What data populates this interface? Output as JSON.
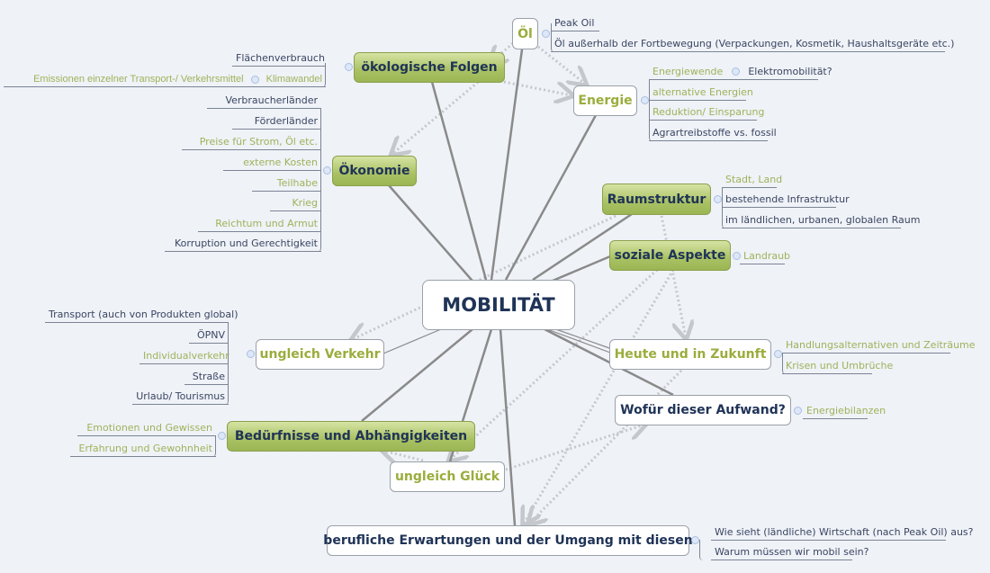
{
  "root": "MOBILITÄT",
  "topics": {
    "oel": {
      "label": "Öl",
      "leaves": [
        "Peak Oil",
        "Öl außerhalb der Fortbewegung (Verpackungen, Kosmetik, Haushaltsgeräte etc.)"
      ]
    },
    "oeko": {
      "label": "ökologische Folgen",
      "leaves": [
        "Flächenverbrauch",
        "Klimawandel"
      ],
      "subleaf": "Emissionen einzelner Transport-/ Verkehrsmittel"
    },
    "energie": {
      "label": "Energie",
      "leaves": [
        "Energiewende",
        "alternative Energien",
        "Reduktion/ Einsparung",
        "Agrartreibstoffe vs. fossil"
      ],
      "subleaf": "Elektromobilität?"
    },
    "oekonomie": {
      "label": "Ökonomie",
      "leaves": [
        "Verbraucherländer",
        "Förderländer",
        "Preise für Strom, Öl etc.",
        "externe Kosten",
        "Teilhabe",
        "Krieg",
        "Reichtum und Armut",
        "Korruption und Gerechtigkeit"
      ]
    },
    "raum": {
      "label": "Raumstruktur",
      "leaves": [
        "Stadt, Land",
        "bestehende Infrastruktur",
        "im ländlichen, urbanen, globalen Raum"
      ]
    },
    "sozial": {
      "label": "soziale Aspekte",
      "leaves": [
        "Landraub"
      ]
    },
    "verkehr": {
      "label": "ungleich Verkehr",
      "leaves": [
        "Transport (auch von Produkten global)",
        "ÖPNV",
        "Individualverkehr",
        "Straße",
        "Urlaub/ Tourismus"
      ]
    },
    "heute": {
      "label": "Heute und in Zukunft",
      "leaves": [
        "Handlungsalternativen und Zeiträume",
        "Krisen und Umbrüche"
      ]
    },
    "wofuer": {
      "label": "Wofür dieser Aufwand?",
      "leaves": [
        "Energiebilanzen"
      ]
    },
    "beduerf": {
      "label": "Bedürfnisse und Abhängigkeiten",
      "leaves": [
        "Emotionen und Gewissen",
        "Erfahrung und Gewohnheit"
      ]
    },
    "glueck": {
      "label": "ungleich Glück"
    },
    "beruf": {
      "label": "berufliche Erwartungen und der Umgang mit diesen",
      "leaves": [
        "Wie sieht (ländliche) Wirtschaft (nach Peak Oil) aus?",
        "Warum müssen wir mobil sein?"
      ]
    }
  },
  "colors": {
    "dark_text": "#1f3357",
    "green_text": "#9aad3c",
    "line": "#8a8a8a",
    "relation": "#c4c7cc",
    "background": "#eff2f7"
  }
}
